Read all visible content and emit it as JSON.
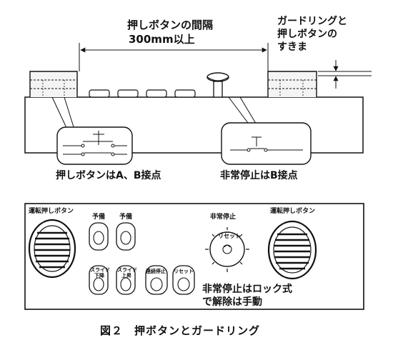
{
  "top": {
    "spacing_label_line1": "押しボタンの間隔",
    "spacing_label_line2": "300mm以上",
    "gap_label_line1": "ガードリングと",
    "gap_label_line2": "押しボタンの",
    "gap_label_line3": "すきま",
    "contact_ab_label": "押しボタンはA、B接点",
    "contact_b_label": "非常停止はB接点"
  },
  "panel": {
    "left_button_label": "運転押しボタン",
    "right_button_label": "運転押しボタン",
    "spare1_label": "予備",
    "spare2_label": "予備",
    "slide_down_label_line1": "スライド",
    "slide_down_label_line2": "下降",
    "slide_up_label_line1": "スライド",
    "slide_up_label_line2": "上昇",
    "continuous_stop_label": "連続停止",
    "reset_label": "リセット",
    "emergency_stop_label": "非常停止",
    "emergency_reset_label": "リセット",
    "lock_note_line1": "非常停止はロック式",
    "lock_note_line2": "で解除は手動"
  },
  "caption": "図２　押ボタンとガードリング"
}
